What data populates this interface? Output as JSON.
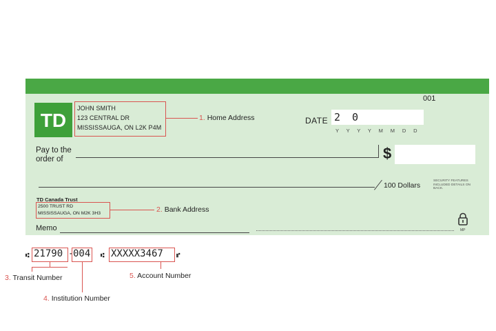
{
  "cheque": {
    "number": "001",
    "bank_logo": "TD",
    "home_address": [
      "JOHN SMITH",
      "123 CENTRAL DR",
      "MISSISSAUGA, ON L2K P4M"
    ],
    "date_label": "DATE",
    "date_value": "2 0",
    "date_format": "Y Y Y Y M M D D",
    "pay_label_line1": "Pay to the",
    "pay_label_line2": "order of",
    "dollar_sign": "$",
    "dollars_label": "100 Dollars",
    "security_note": "SECURITY FEATURES INCLUDED DETAILS ON BACK.",
    "bank_name": "TD Canada Trust",
    "bank_address": [
      "2500 TRUST RD",
      "MISSISSAUGA, ON M2K 3H3"
    ],
    "memo_label": "Memo",
    "mp_label": "MP"
  },
  "micr": {
    "symbol_left": "⑆",
    "transit_number": "21790",
    "dash": "-",
    "institution_number": "004",
    "symbol_mid": "⑆",
    "account_number": "XXXXX3467",
    "symbol_end": "⑈"
  },
  "annotations": {
    "home_address": {
      "num": "1.",
      "text": "Home Address"
    },
    "bank_address": {
      "num": "2.",
      "text": "Bank Address"
    },
    "transit_number": {
      "num": "3.",
      "text": "Transit Number"
    },
    "institution_number": {
      "num": "4.",
      "text": "Institution Number"
    },
    "account_number": {
      "num": "5.",
      "text": "Account Number"
    }
  },
  "colors": {
    "cheque_background": "#d9ecd6",
    "brand_green": "#4aa845",
    "annotation_red": "#d9534f"
  },
  "icons": {
    "logo": "td-logo",
    "lock": "lock-icon"
  }
}
